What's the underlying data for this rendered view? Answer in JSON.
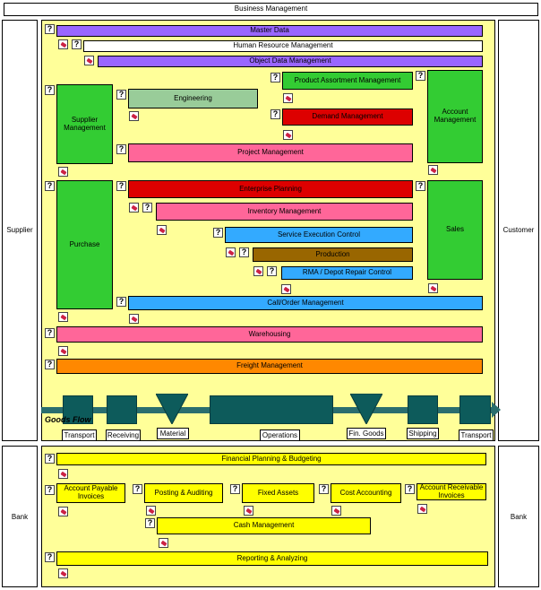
{
  "title": "Business Management",
  "side": {
    "left_top": "Supplier",
    "right_top": "Customer",
    "left_bottom": "Bank",
    "right_bottom": "Bank"
  },
  "modules": {
    "master_data": "Master Data",
    "hr": "Human Resource Management",
    "object_data": "Object Data Management",
    "product_assortment": "Product Assortment Management",
    "engineering": "Engineering",
    "supplier_mgmt": "Supplier Management",
    "demand": "Demand Management",
    "account_mgmt": "Account Management",
    "project": "Project Management",
    "enterprise_planning": "Enterprise Planning",
    "inventory": "Inventory Management",
    "purchase": "Purchase",
    "sales": "Sales",
    "service_exec": "Service Execution Control",
    "production": "Production",
    "rma": "RMA / Depot Repair Control",
    "call_order": "Call/Order Management",
    "warehousing": "Warehousing",
    "freight": "Freight Management"
  },
  "goods_flow": {
    "title": "Goods Flow",
    "labels": [
      "Transport",
      "Receiving",
      "Material",
      "Operations",
      "Fin. Goods",
      "Shipping",
      "Transport"
    ]
  },
  "finance": {
    "planning": "Financial Planning & Budgeting",
    "ap": "Account Payable Invoices",
    "posting": "Posting & Auditing",
    "fixed_assets": "Fixed Assets",
    "cost": "Cost Accounting",
    "ar": "Account Receivable Invoices",
    "cash": "Cash Management",
    "reporting": "Reporting & Analyzing"
  },
  "colors": {
    "canvas": "#ffff99",
    "purple": "#9966ff",
    "green": "#33cc33",
    "light_green": "#99cc99",
    "red": "#dd0000",
    "pink": "#ff6699",
    "blue": "#33aaff",
    "brown": "#996600",
    "orange": "#ff8800",
    "yellow": "#ffff00",
    "teal": "#0d5b5b"
  }
}
